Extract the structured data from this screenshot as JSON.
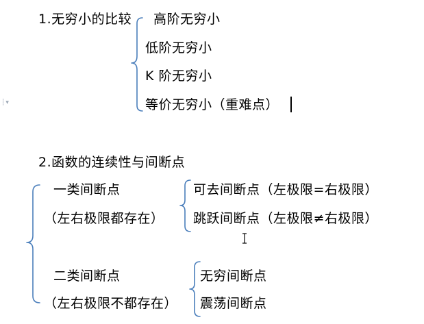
{
  "section1": {
    "heading": "1.无穷小的比较",
    "items": [
      "高阶无穷小",
      "低阶无穷小",
      "K 阶无穷小",
      "等价无穷小（重难点）"
    ]
  },
  "section2": {
    "heading": "2.函数的连续性与间断点",
    "type1": {
      "title": "一类间断点",
      "condition": "（左右极限都存在）",
      "items": [
        "可去间断点（左极限=右极限）",
        "跳跃间断点（左极限≠右极限）"
      ]
    },
    "type2": {
      "title": "二类间断点",
      "condition": "（左右极限不都存在）",
      "items": [
        "无穷间断点",
        "震荡间断点"
      ]
    }
  },
  "colors": {
    "bracket": "#4a7ebb",
    "text": "#000000",
    "margin_mark": "#9aa6b4"
  },
  "icons": {
    "margin": "paragraph-margin-marker-icon",
    "cursor": "text-ibeam-cursor-icon"
  }
}
